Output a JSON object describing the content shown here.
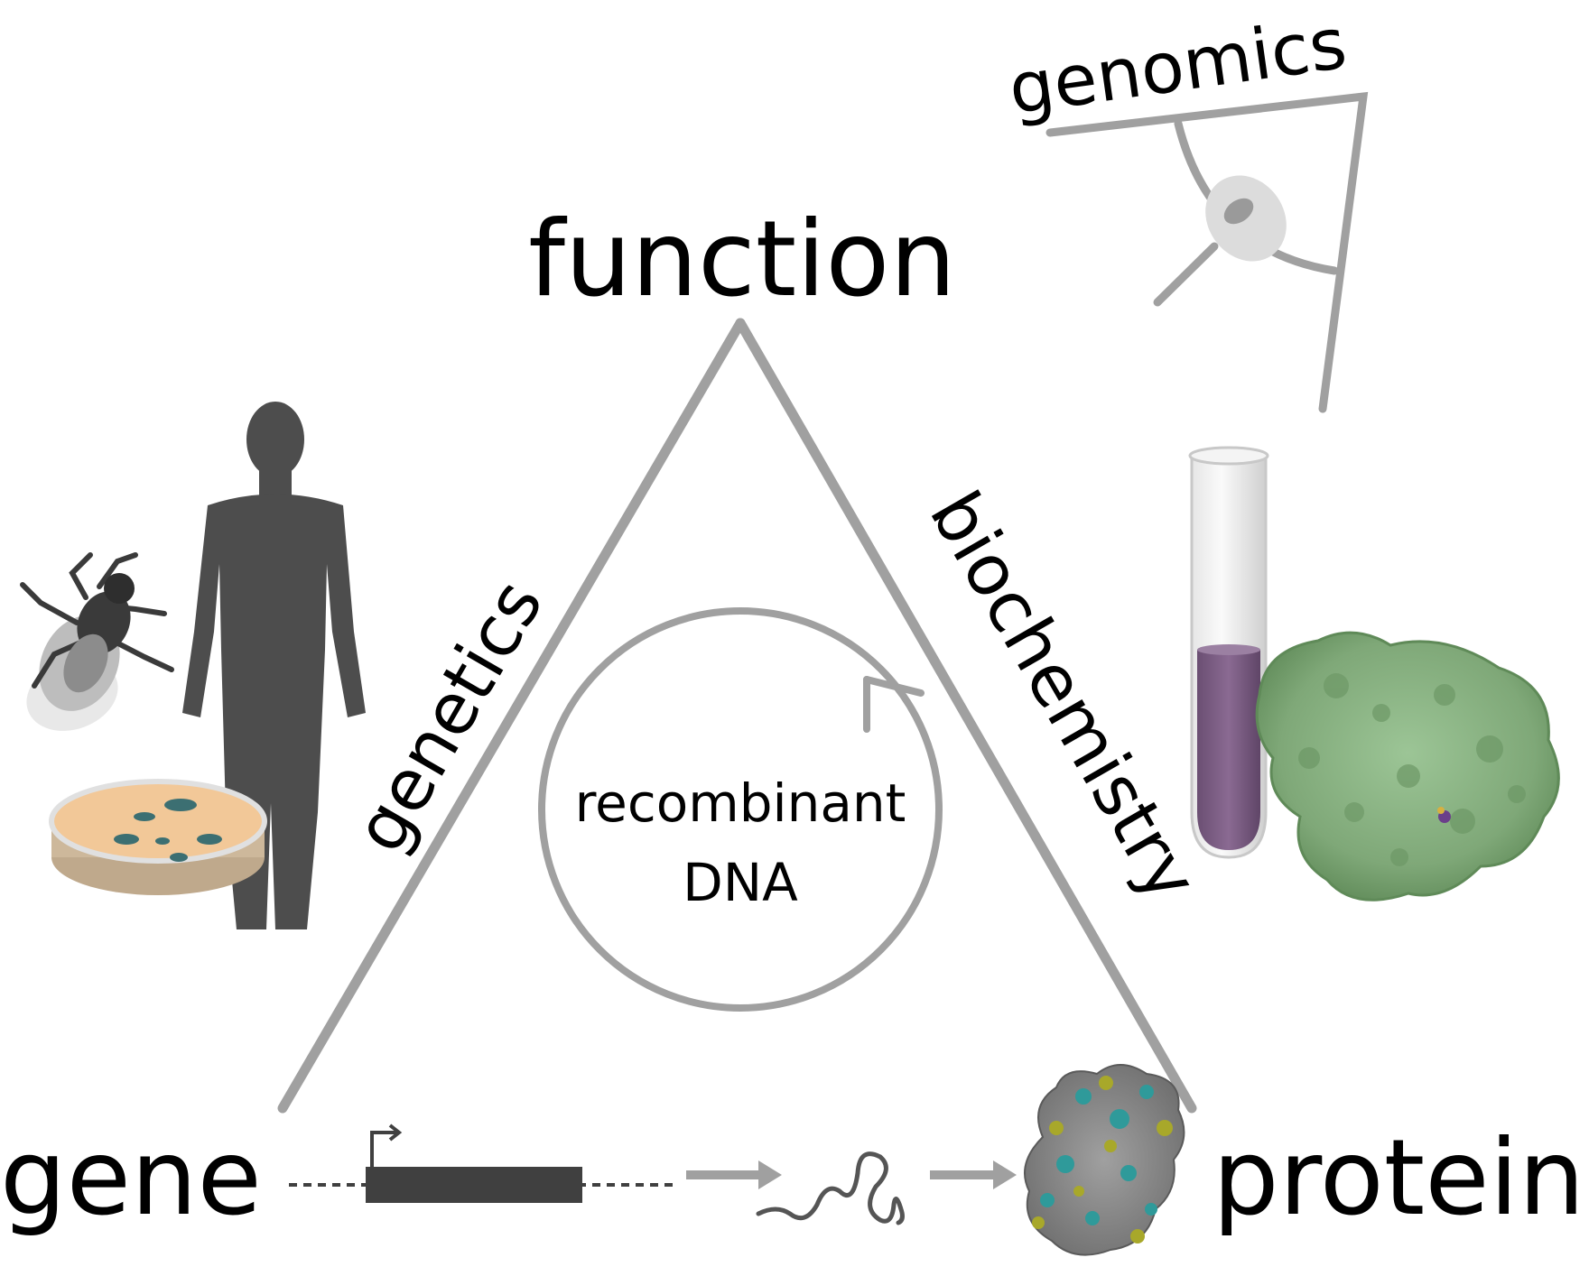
{
  "labels": {
    "function": "function",
    "gene": "gene",
    "protein": "protein",
    "genetics": "genetics",
    "biochemistry": "biochemistry",
    "genomics": "genomics",
    "recombinant_line1": "recombinant",
    "recombinant_line2": "DNA"
  },
  "colors": {
    "line_gray": "#a0a0a0",
    "silhouette": "#4d4d4d",
    "gene_box": "#404040",
    "tube_liquid": "#7a5c82",
    "protein_green": "#7fa878",
    "protein_teal": "#2f9a9a",
    "protein_olive": "#a8a82a",
    "petri_agar": "#f2c898",
    "colony": "#3c6f72"
  },
  "icons": [
    "fly-icon",
    "human-silhouette-icon",
    "petri-dish-icon",
    "gene-structure-icon",
    "mrna-icon",
    "protein-structure-icon",
    "test-tube-icon",
    "protein-surface-icon",
    "eye-icon"
  ]
}
